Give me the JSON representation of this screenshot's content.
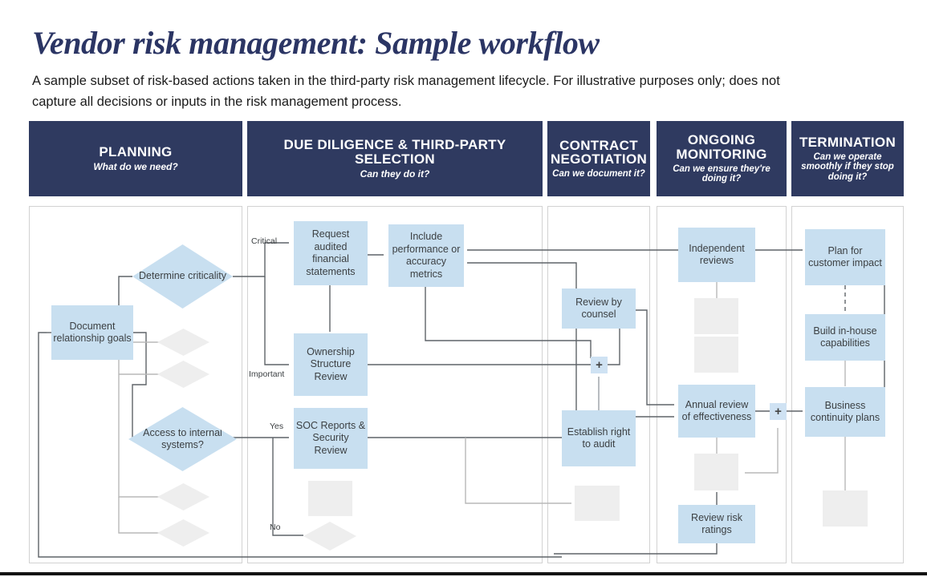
{
  "page": {
    "title": "Vendor risk management: Sample workflow",
    "subtitle": "A sample subset of risk-based actions taken in the third-party risk management lifecycle. For illustrative purposes only; does not capture all decisions or inputs in the risk management process.",
    "colors": {
      "header_band": "#2f3a60",
      "title_navy": "#2b3564",
      "node_blue": "#c8dff0",
      "node_ghost": "#eeeeee",
      "panel_border": "#d2d2d2",
      "wire": "#5f6368",
      "wire_light": "#b8b8b8"
    }
  },
  "phases": [
    {
      "id": "planning",
      "title": "Planning",
      "question": "What do we need?"
    },
    {
      "id": "diligence",
      "title": "Due diligence & third-party selection",
      "question": "Can they do it?"
    },
    {
      "id": "contract",
      "title": "Contract negotiation",
      "question": "Can we document it?"
    },
    {
      "id": "monitoring",
      "title": "Ongoing monitoring",
      "question": "Can we ensure they're doing it?"
    },
    {
      "id": "termination",
      "title": "Termination",
      "question": "Can we operate smoothly if they stop doing it?"
    }
  ],
  "nodes": {
    "document_relationship_goals": "Document relationship goals",
    "determine_criticality": "Determine criticality",
    "access_to_internal_systems": "Access to internal systems?",
    "request_audited_financial_statements": "Request audited financial statements",
    "include_performance_or_accuracy_metrics": "Include performance or accuracy metrics",
    "ownership_structure_review": "Ownership Structure Review",
    "soc_reports_security_review": "SOC Reports & Security Review",
    "review_by_counsel": "Review by counsel",
    "establish_right_to_audit": "Establish right to audit",
    "independent_reviews": "Independent reviews",
    "annual_review_of_effectiveness": "Annual review of effectiveness",
    "review_risk_ratings": "Review risk ratings",
    "plan_for_customer_impact": "Plan for customer impact",
    "build_in_house_capabilities": "Build in-house capabilities",
    "business_continuity_plans": "Business continuity plans",
    "junction_plus": "+"
  },
  "edge_labels": {
    "critical": "Critical",
    "important": "Important",
    "yes": "Yes",
    "no": "No"
  }
}
